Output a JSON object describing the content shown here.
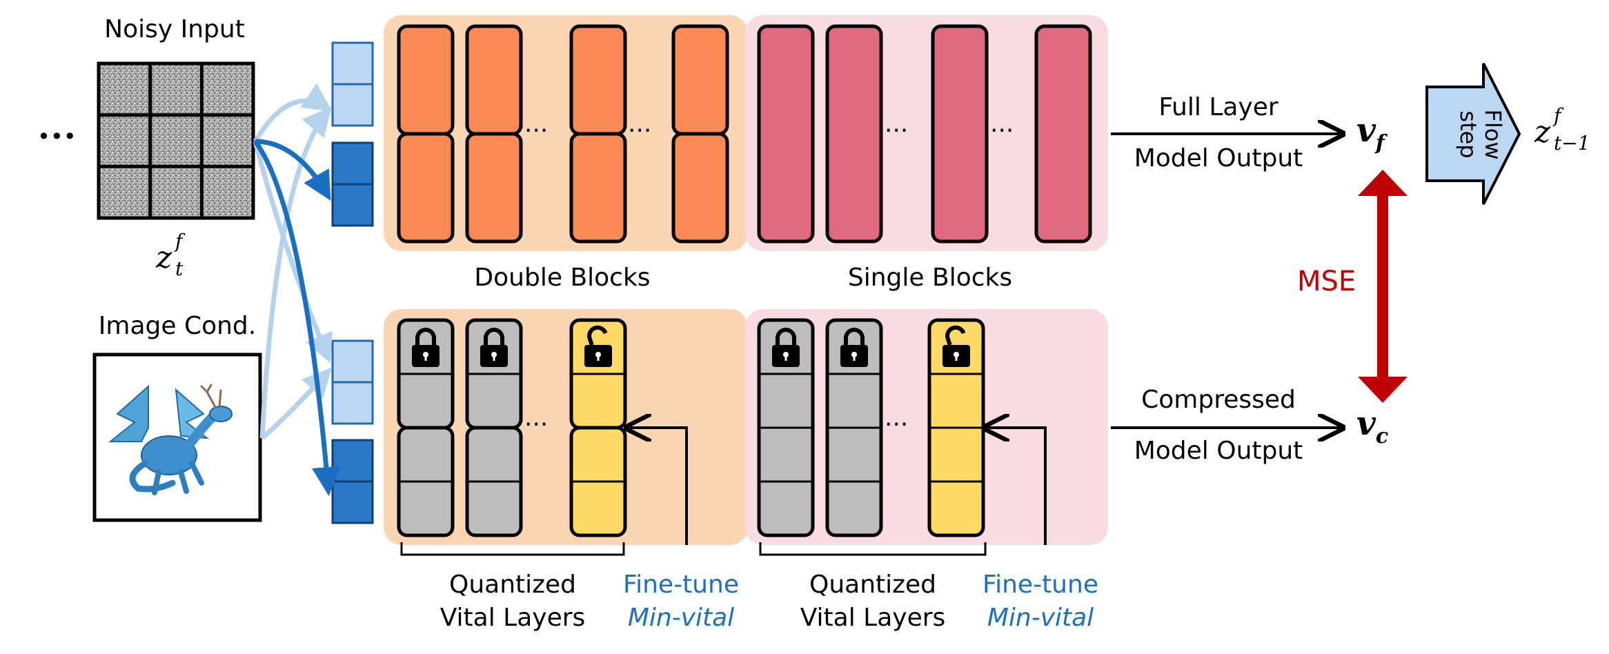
{
  "labels": {
    "noisy_input": "Noisy Input",
    "ellipsis_left": "•••",
    "z_t_base": "z",
    "z_t_sup": "f",
    "z_t_sub": "t",
    "image_cond": "Image Cond.",
    "double_blocks": "Double Blocks",
    "single_blocks": "Single Blocks",
    "dots": "···",
    "full_layer_line1": "Full Layer",
    "full_layer_line2": "Model Output",
    "compressed_line1": "Compressed",
    "compressed_line2": "Model Output",
    "v_f_base": "v",
    "v_f_sub": "f",
    "v_c_base": "v",
    "v_c_sub": "c",
    "mse": "MSE",
    "flow_step_line1": "Flow",
    "flow_step_line2": "step",
    "z_next_base": "z",
    "z_next_sup": "f",
    "z_next_sub": "t−1",
    "quantized_1_line1": "Quantized",
    "quantized_1_line2": "Vital Layers",
    "finetune_1_line1": "Fine-tune",
    "finetune_1_line2": "Min-vital",
    "quantized_2_line1": "Quantized",
    "quantized_2_line2": "Vital Layers",
    "finetune_2_line1": "Fine-tune",
    "finetune_2_line2": "Min-vital"
  },
  "colors": {
    "double_bg": "#fcd6b4",
    "single_bg": "#f9dce0",
    "double_block": "#fb8a55",
    "single_block": "#e0687f",
    "frozen_block": "#bdbdbd",
    "tuned_block": "#ffd966",
    "token_light": "#bcd7f2",
    "token_dark": "#2a78c8",
    "arrow_light": "#b4d2ee",
    "arrow_dark": "#1a6fc2",
    "mse_arrow": "#c00000",
    "flow_arrow": "#bcd7f2"
  },
  "icons": {
    "locked": "lock-closed-icon",
    "unlocked": "lock-open-icon"
  }
}
